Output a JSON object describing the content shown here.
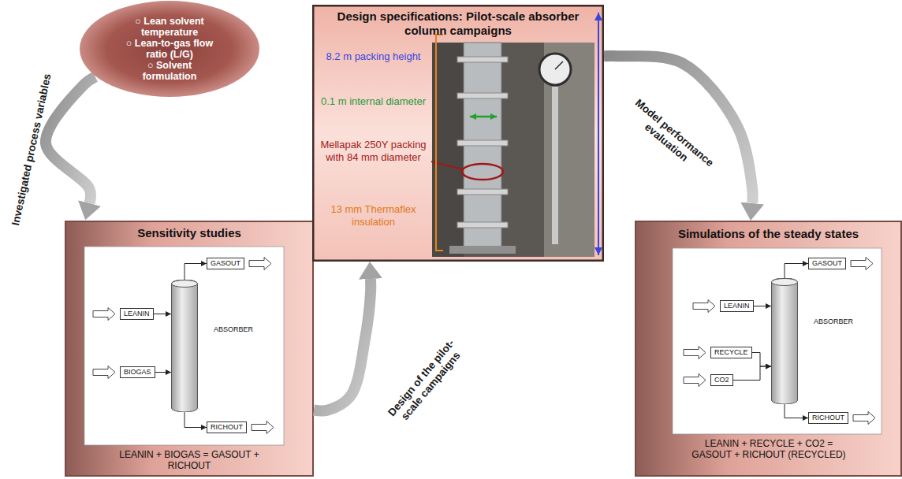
{
  "diagram": {
    "nodes": [
      {
        "text": [
          "○ Lean solvent temperature",
          "○ Lean-to-gas flow ratio (L/G)",
          "○ Solvent formulation"
        ]
      },
      {
        "text": [
          "Sensitivity studies",
          "LEANIN + BIOGAS = GASOUT + RICHOUT"
        ]
      },
      {
        "text": [
          "LEANIN"
        ],
        "in": 1
      },
      {
        "text": [
          "BIOGAS"
        ],
        "in": 1
      },
      {
        "text": [
          "ABSORBER"
        ],
        "in": 1
      },
      {
        "text": [
          "GASOUT"
        ],
        "in": 1
      },
      {
        "text": [
          "RICHOUT"
        ],
        "in": 1
      },
      {
        "text": [
          "Design specifications: Pilot-scale absorber column campaigns",
          "8.2 m packing height",
          "0.1 m internal diameter",
          "Mellapak 250Y packing with 84 mm diameter",
          "13 mm Thermaflex insulation"
        ]
      },
      {
        "text": [
          "Simulations of the steady states",
          "LEANIN + RECYCLE + CO2 = GASOUT + RICHOUT (RECYCLED)"
        ]
      },
      {
        "text": [
          "LEANIN"
        ],
        "in": 8
      },
      {
        "text": [
          "RECYCLE"
        ],
        "in": 8
      },
      {
        "text": [
          "CO2"
        ],
        "in": 8
      },
      {
        "text": [
          "ABSORBER"
        ],
        "in": 8
      },
      {
        "text": [
          "GASOUT"
        ],
        "in": 8
      },
      {
        "text": [
          "RICHOUT"
        ],
        "in": 8
      }
    ],
    "edges": [
      {
        "from": 0,
        "to": 1,
        "label": "Investigated process variables",
        "arrow": "to"
      },
      {
        "from": 1,
        "to": 7,
        "label": "Design of the pilot-scale campaigns",
        "arrow": "to"
      },
      {
        "from": 7,
        "to": 8,
        "label": "Model performance evaluation",
        "arrow": "to"
      },
      {
        "from": 2,
        "to": 4,
        "arrow": "to"
      },
      {
        "from": 3,
        "to": 4,
        "arrow": "to"
      },
      {
        "from": 4,
        "to": 5,
        "arrow": "to"
      },
      {
        "from": 4,
        "to": 6,
        "arrow": "to"
      },
      {
        "from": 9,
        "to": 12,
        "arrow": "to"
      },
      {
        "from": 10,
        "to": 12,
        "arrow": "to"
      },
      {
        "from": 11,
        "to": 12,
        "arrow": "to"
      },
      {
        "from": 12,
        "to": 13,
        "arrow": "to"
      },
      {
        "from": 12,
        "to": 14,
        "arrow": "to"
      }
    ]
  }
}
